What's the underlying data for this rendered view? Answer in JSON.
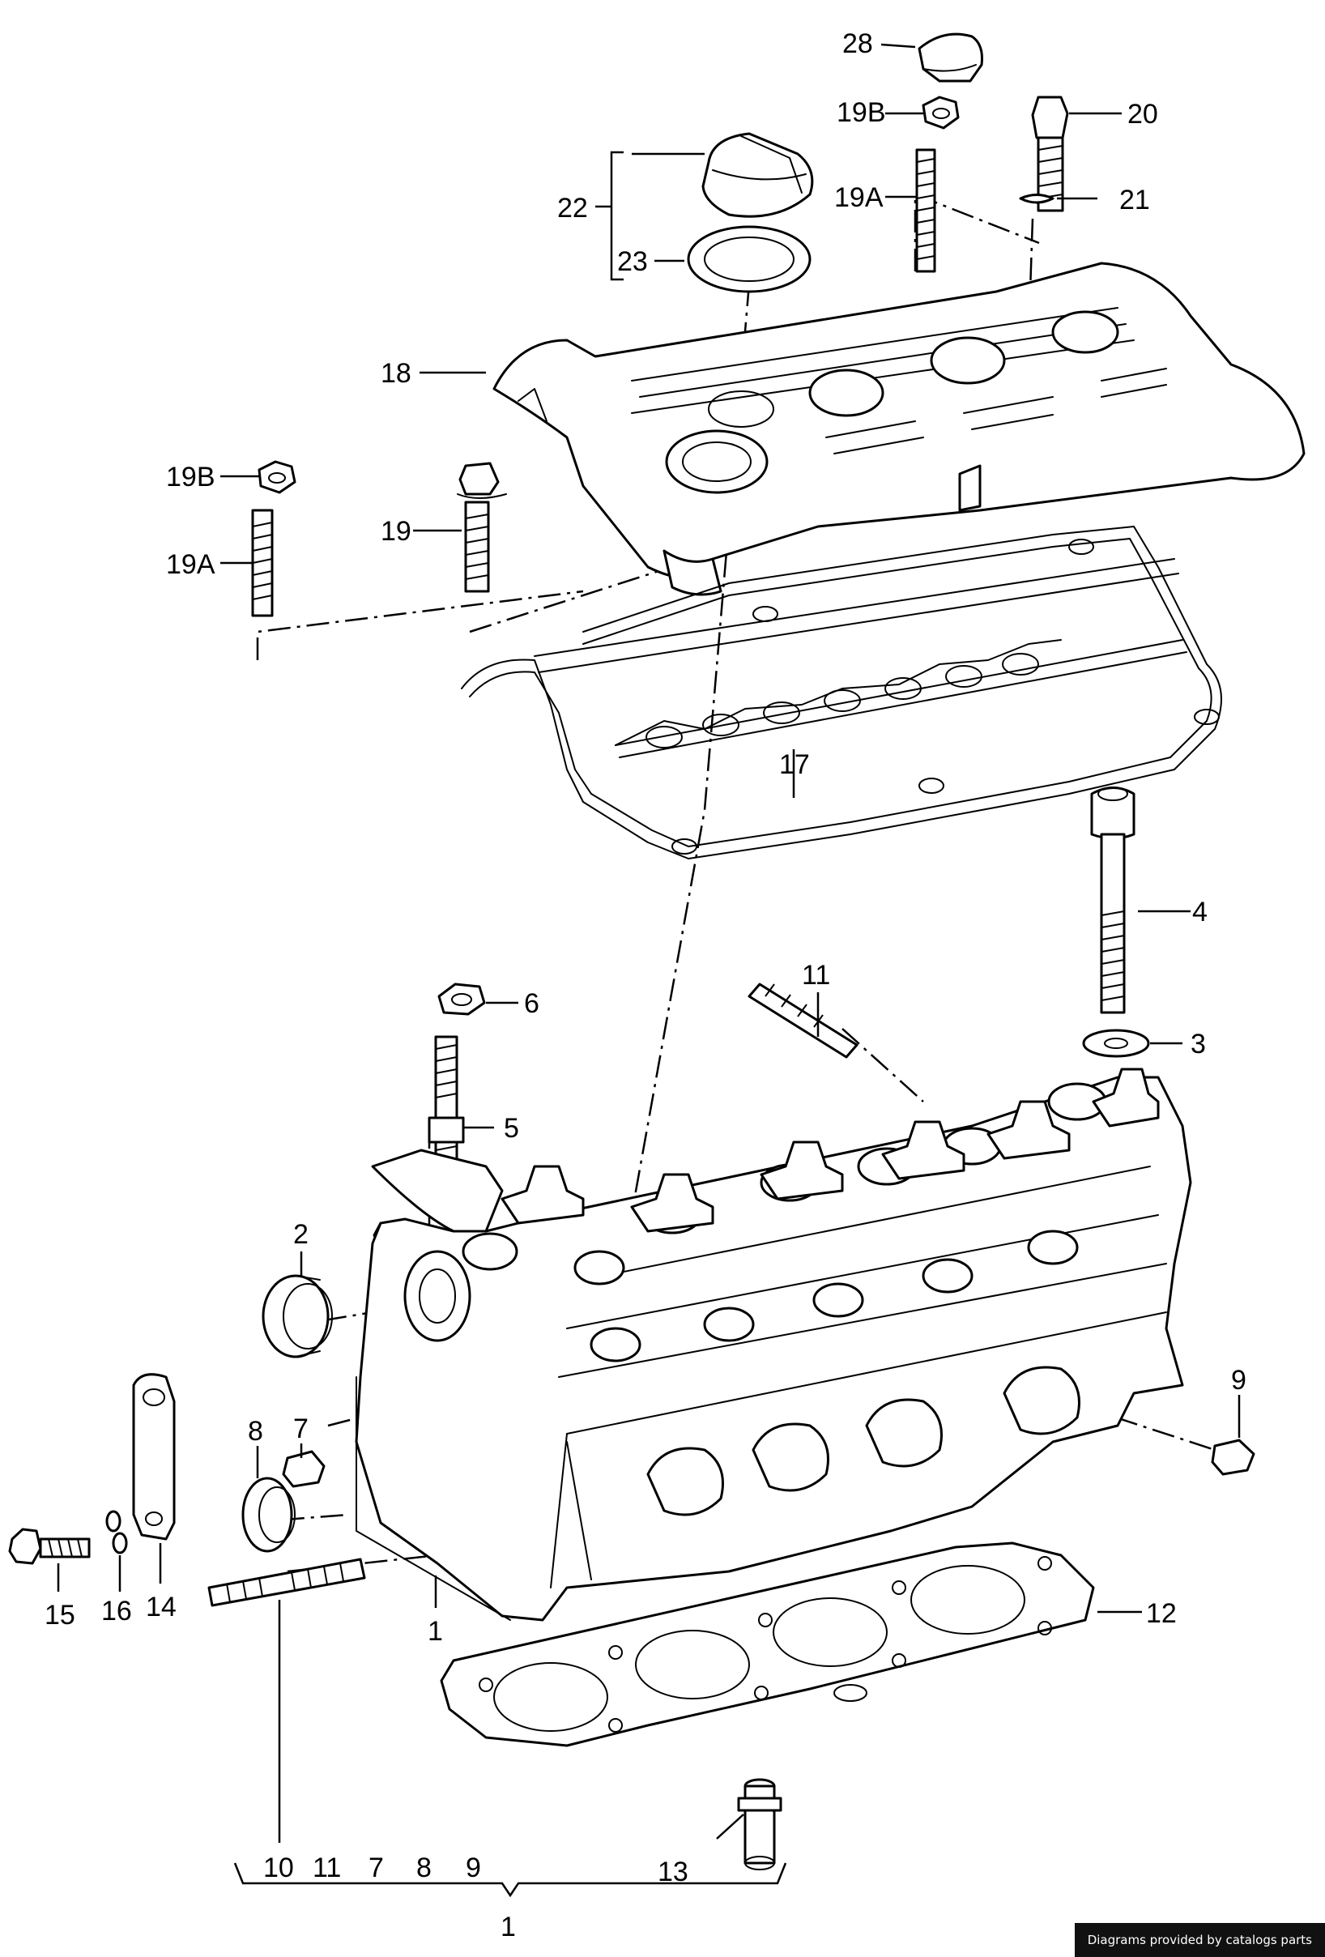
{
  "watermark": "Diagrams provided by catalogs parts",
  "callouts": {
    "c28": "28",
    "c19B_top": "19B",
    "c20": "20",
    "c19A_top": "19A",
    "c21": "21",
    "c22": "22",
    "c23": "23",
    "c18": "18",
    "c19B_left": "19B",
    "c19": "19",
    "c19A_left": "19A",
    "c17": "17",
    "c4": "4",
    "c6": "6",
    "c11_top": "11",
    "c3": "3",
    "c5": "5",
    "c2": "2",
    "c9_right": "9",
    "c7_left": "7",
    "c8_left": "8",
    "c15": "15",
    "c16": "16",
    "c14": "14",
    "c1_mid": "1",
    "c12": "12",
    "c10": "10",
    "c11_bottom": "11",
    "c7_bottom": "7",
    "c8_bottom": "8",
    "c9_bottom": "9",
    "c13": "13",
    "c1_bottom": "1"
  }
}
